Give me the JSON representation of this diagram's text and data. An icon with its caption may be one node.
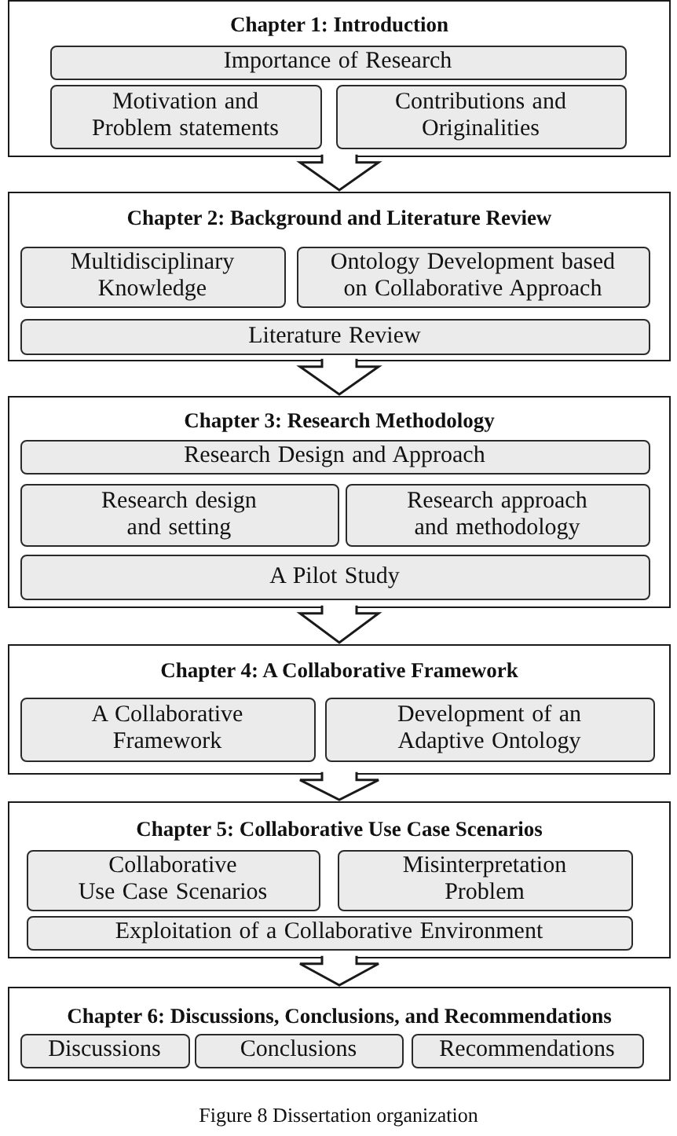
{
  "diagram": {
    "caption": "Figure 8 Dissertation organization",
    "nodes": [
      {
        "text": [
          "Chapter 1: Introduction"
        ]
      },
      {
        "text": [
          "Importance of Research"
        ],
        "in": 0
      },
      {
        "text": [
          "Motivation and Problem statements"
        ],
        "in": 0
      },
      {
        "text": [
          "Contributions and Originalities"
        ],
        "in": 0
      },
      {
        "text": [
          "Chapter 2: Background and Literature Review"
        ]
      },
      {
        "text": [
          "Multidisciplinary Knowledge"
        ],
        "in": 4
      },
      {
        "text": [
          "Ontology Development based on Collaborative Approach"
        ],
        "in": 4
      },
      {
        "text": [
          "Literature Review"
        ],
        "in": 4
      },
      {
        "text": [
          "Chapter 3: Research Methodology"
        ]
      },
      {
        "text": [
          "Research Design and Approach"
        ],
        "in": 8
      },
      {
        "text": [
          "Research design and setting"
        ],
        "in": 8
      },
      {
        "text": [
          "Research approach and methodology"
        ],
        "in": 8
      },
      {
        "text": [
          "A Pilot Study"
        ],
        "in": 8
      },
      {
        "text": [
          "Chapter 4: A Collaborative Framework"
        ]
      },
      {
        "text": [
          "A Collaborative Framework"
        ],
        "in": 13
      },
      {
        "text": [
          "Development of an Adaptive Ontology"
        ],
        "in": 13
      },
      {
        "text": [
          "Chapter 5: Collaborative Use Case Scenarios"
        ]
      },
      {
        "text": [
          "Collaborative Use Case Scenarios"
        ],
        "in": 16
      },
      {
        "text": [
          "Misinterpretation Problem"
        ],
        "in": 16
      },
      {
        "text": [
          "Exploitation of a Collaborative Environment"
        ],
        "in": 16
      },
      {
        "text": [
          "Chapter 6: Discussions, Conclusions, and Recommendations"
        ]
      },
      {
        "text": [
          "Discussions"
        ],
        "in": 20
      },
      {
        "text": [
          "Conclusions"
        ],
        "in": 20
      },
      {
        "text": [
          "Recommendations"
        ],
        "in": 20
      }
    ],
    "edges": [
      {
        "from": 0,
        "to": 4,
        "arrow": "to"
      },
      {
        "from": 4,
        "to": 8,
        "arrow": "to"
      },
      {
        "from": 8,
        "to": 13,
        "arrow": "to"
      },
      {
        "from": 13,
        "to": 16,
        "arrow": "to"
      },
      {
        "from": 16,
        "to": 20,
        "arrow": "to"
      }
    ]
  }
}
